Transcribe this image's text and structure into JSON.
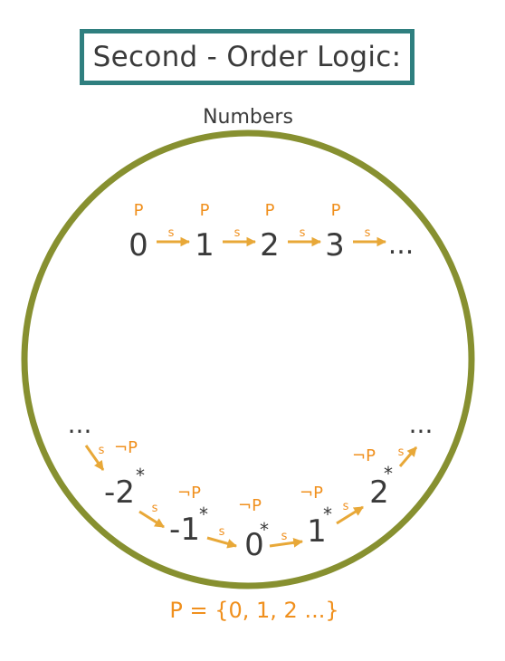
{
  "title": "Second - Order Logic:",
  "circle_label": "Numbers",
  "colors": {
    "title_border": "#2f7f7f",
    "circle": "#879030",
    "arrow": "#e8a838",
    "label": "#f0901e",
    "text": "#3a3a3a"
  },
  "standard_chain": {
    "items": [
      {
        "value": "0",
        "label": "P"
      },
      {
        "value": "1",
        "label": "P"
      },
      {
        "value": "2",
        "label": "P"
      },
      {
        "value": "3",
        "label": "P"
      }
    ],
    "tail": "...",
    "arrow_label": "s"
  },
  "nonstandard_chain": {
    "head": "...",
    "tail": "...",
    "arrow_label": "s",
    "items": [
      {
        "value": "-2",
        "mark": "*",
        "label": "¬P"
      },
      {
        "value": "-1",
        "mark": "*",
        "label": "¬P"
      },
      {
        "value": "0",
        "mark": "*",
        "label": "¬P"
      },
      {
        "value": "1",
        "mark": "*",
        "label": "¬P"
      },
      {
        "value": "2",
        "mark": "*",
        "label": "¬P"
      }
    ]
  },
  "definition": "P = {0, 1, 2 ...}"
}
